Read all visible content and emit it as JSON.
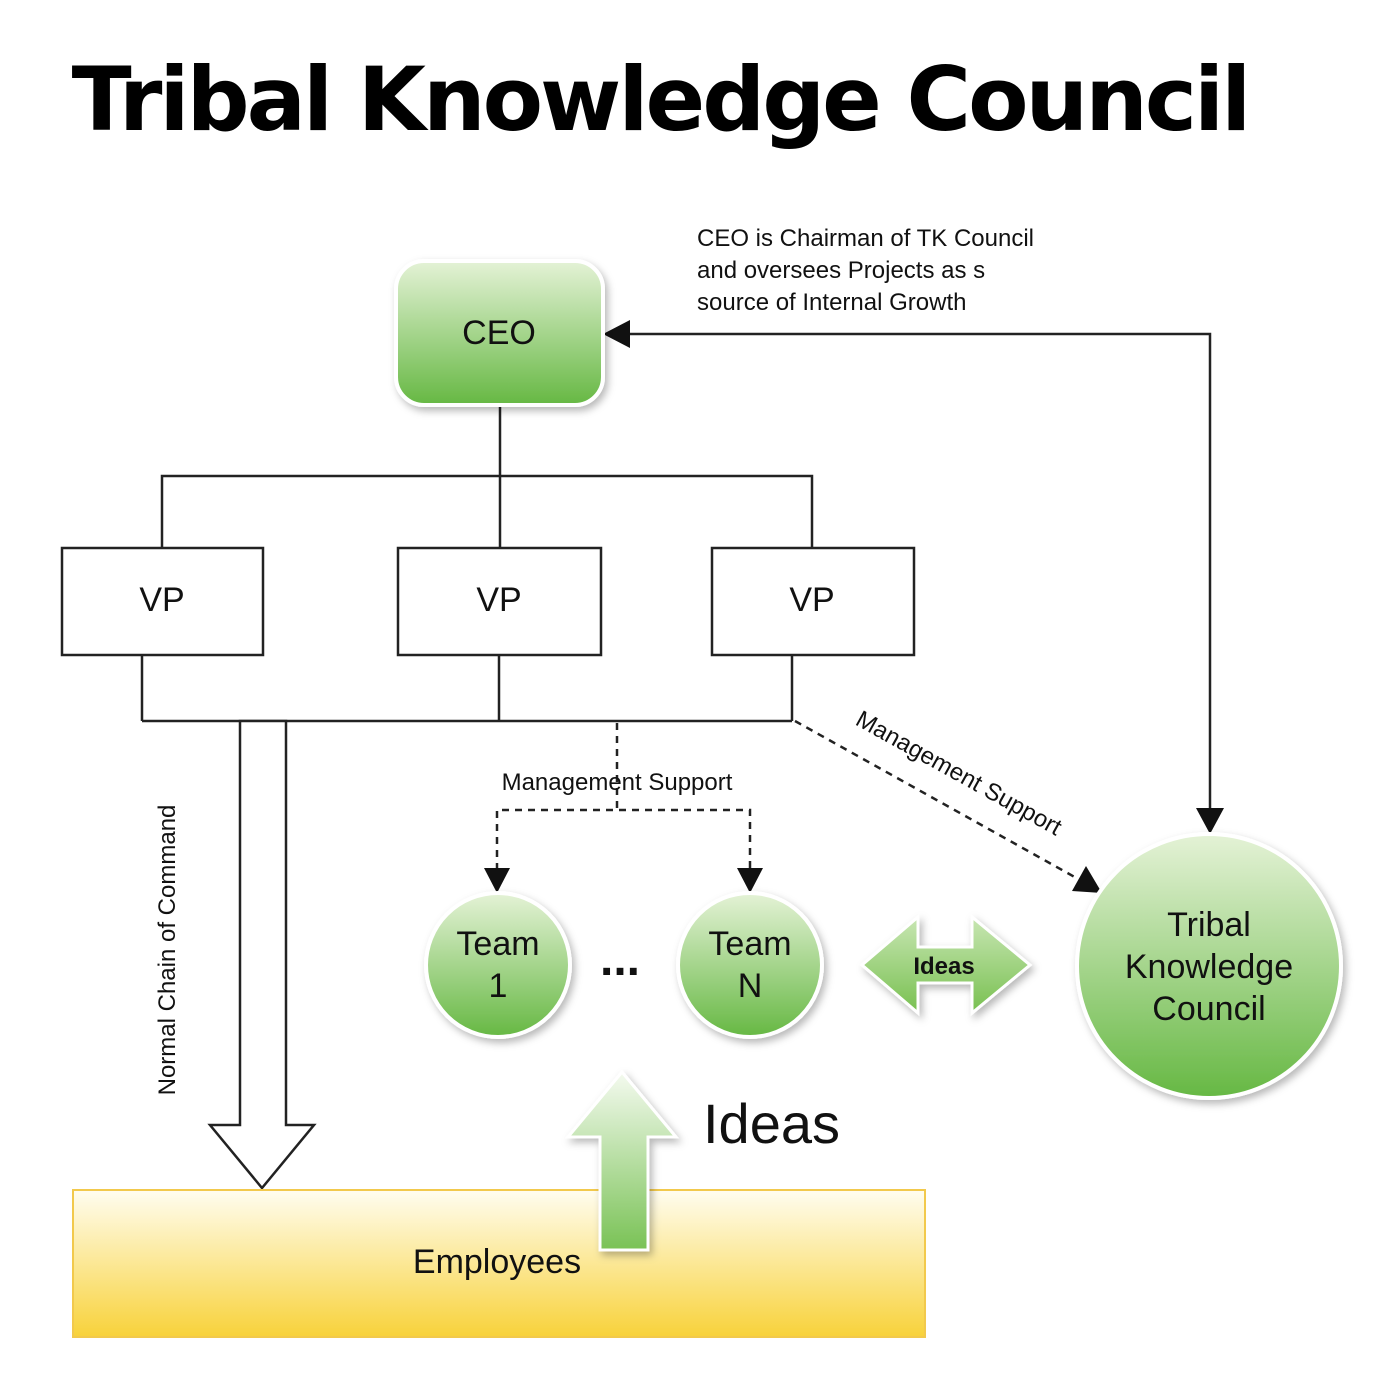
{
  "title": "Tribal Knowledge Council",
  "ceo": {
    "label": "CEO"
  },
  "ceo_note": [
    "CEO is Chairman of TK Council",
    "and oversees Projects as s",
    "source of Internal Growth"
  ],
  "vps": [
    "VP",
    "VP",
    "VP"
  ],
  "teams": [
    {
      "line1": "Team",
      "line2": "1"
    },
    {
      "line1": "Team",
      "line2": "N"
    }
  ],
  "ellipsis": "...",
  "council": {
    "line1": "Tribal",
    "line2": "Knowledge",
    "line3": "Council"
  },
  "labels": {
    "management_support_center": "Management Support",
    "management_support_diagonal": "Management Support",
    "chain_of_command": "Normal Chain of Command",
    "ideas_exchange": "Ideas",
    "ideas_up": "Ideas"
  },
  "employees": {
    "label": "Employees"
  },
  "colors": {
    "green_top": "#e4f2d6",
    "green_bottom": "#6abb45",
    "yellow_top": "#fffbe6",
    "yellow_bottom": "#f8d23a",
    "stroke": "#222222"
  }
}
